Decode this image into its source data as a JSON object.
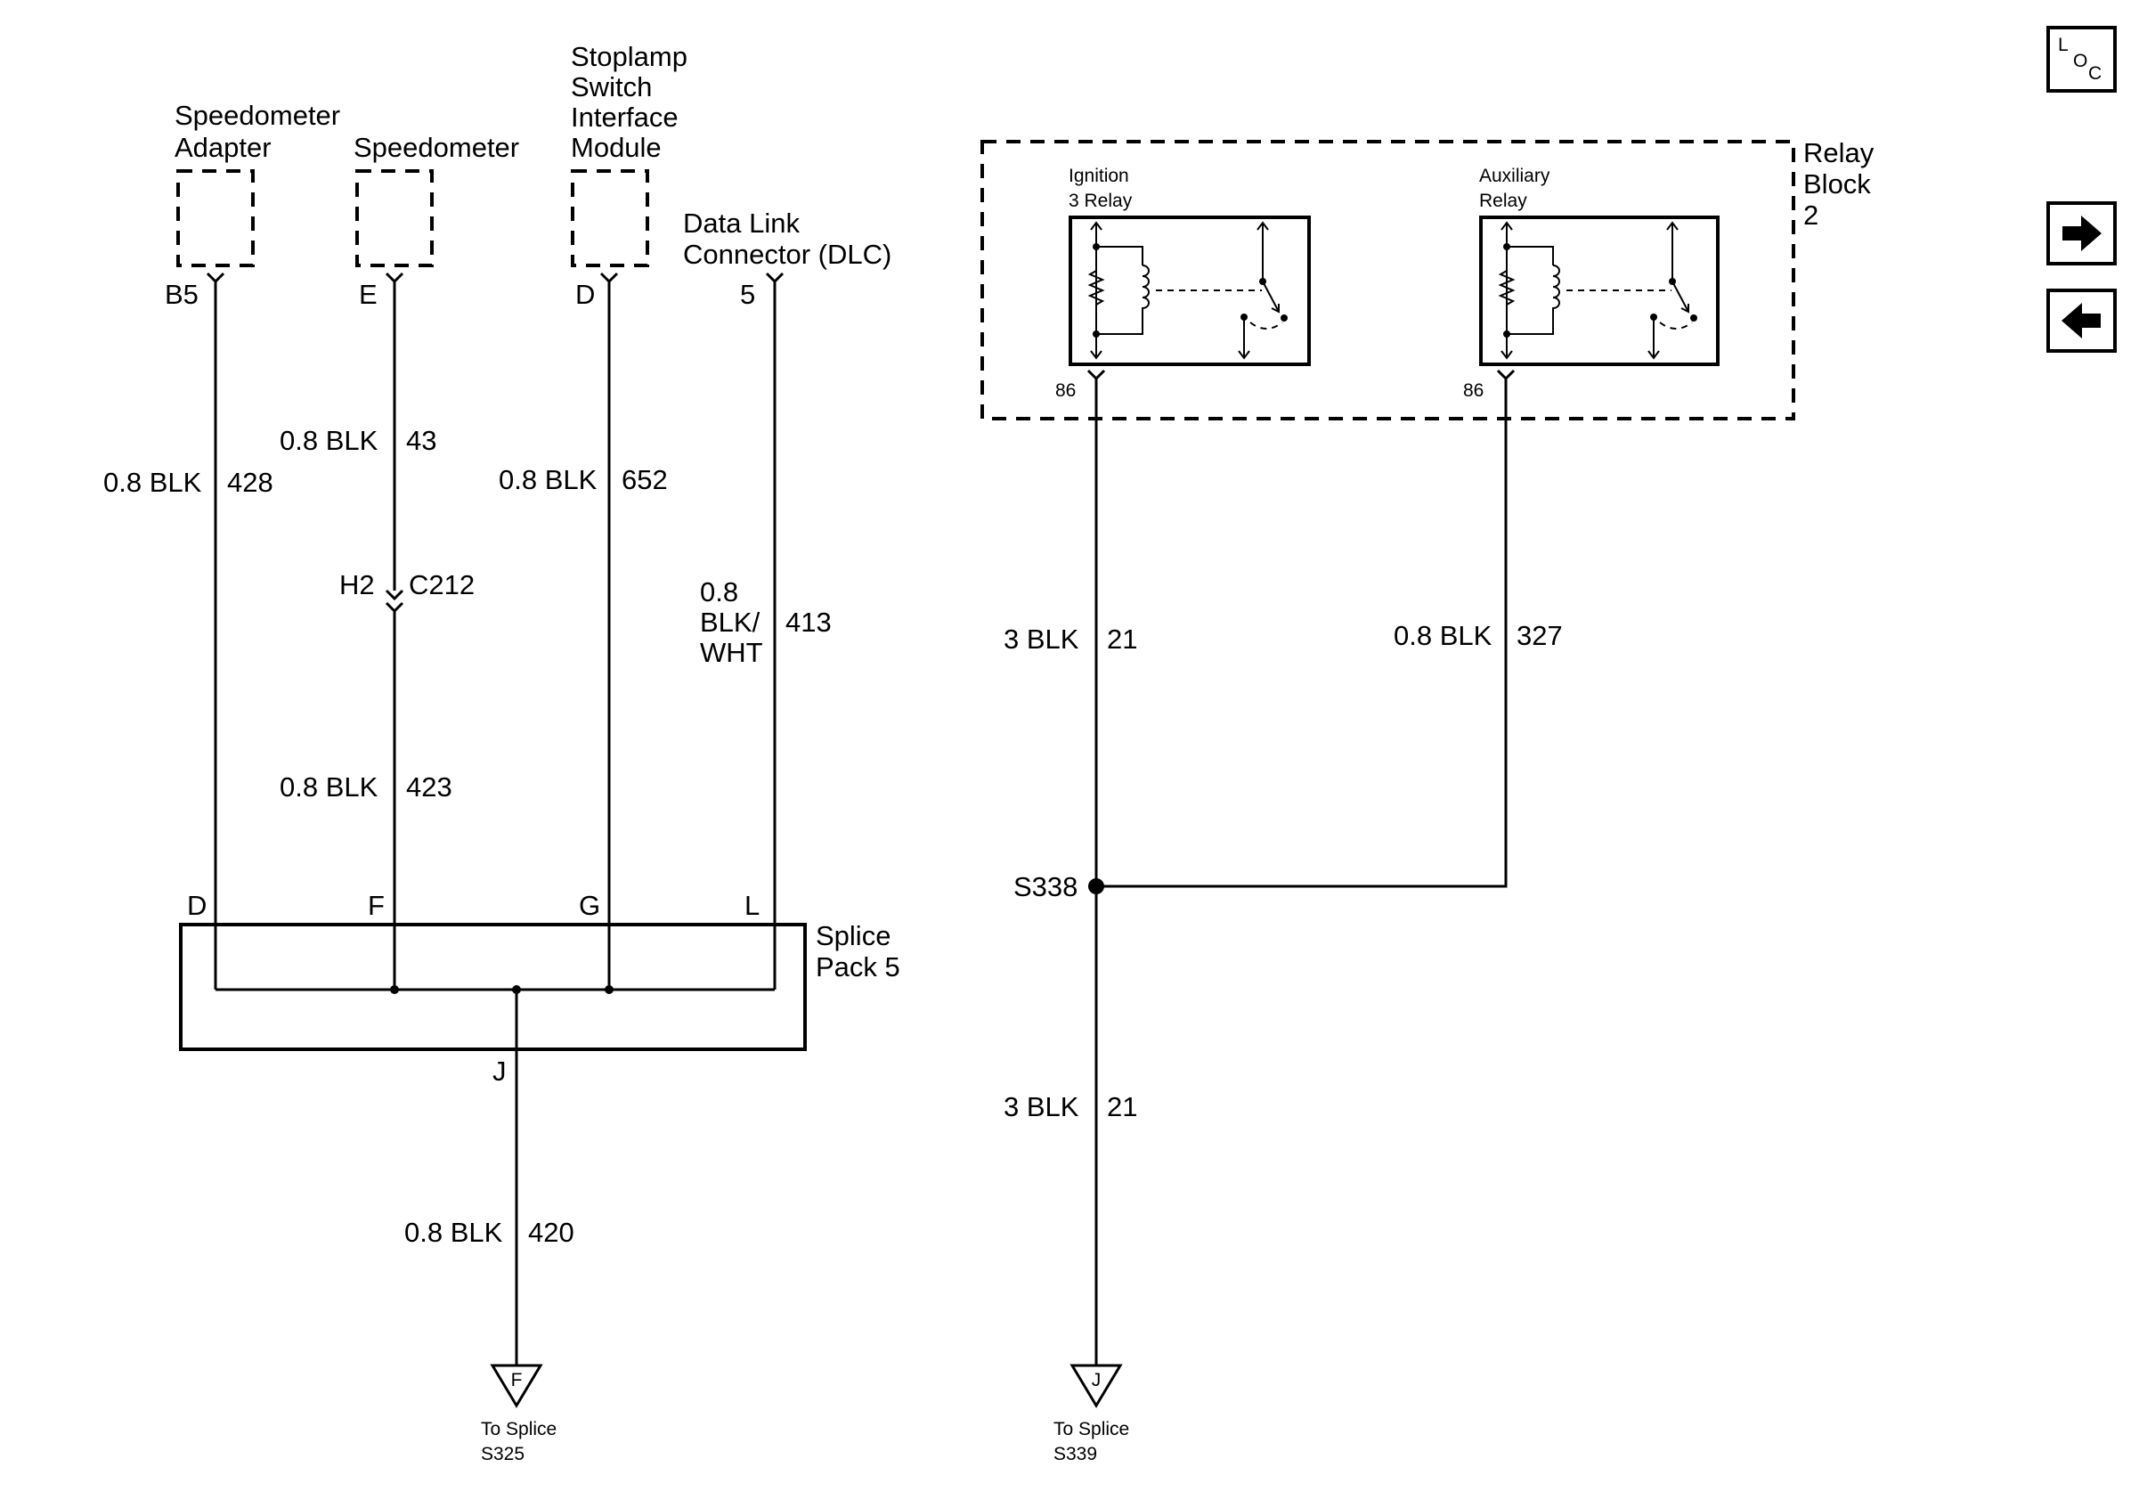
{
  "components": {
    "speedometer_adapter": {
      "line1": "Speedometer",
      "line2": "Adapter",
      "pin": "B5"
    },
    "speedometer": {
      "label": "Speedometer",
      "pin": "E"
    },
    "stoplamp_module": {
      "line1": "Stoplamp",
      "line2": "Switch",
      "line3": "Interface",
      "line4": "Module",
      "pin": "D"
    },
    "dlc": {
      "line1": "Data Link",
      "line2": "Connector (DLC)",
      "pin": "5"
    }
  },
  "wires": {
    "w428": {
      "spec": "0.8 BLK",
      "circuit": "428"
    },
    "w43": {
      "spec": "0.8 BLK",
      "circuit": "43"
    },
    "w652": {
      "spec": "0.8 BLK",
      "circuit": "652"
    },
    "w413": {
      "spec1": "0.8",
      "spec2": "BLK/",
      "spec3": "WHT",
      "circuit": "413"
    },
    "w423": {
      "spec": "0.8 BLK",
      "circuit": "423"
    },
    "w420": {
      "spec": "0.8 BLK",
      "circuit": "420"
    },
    "w21_upper": {
      "spec": "3 BLK",
      "circuit": "21"
    },
    "w21_lower": {
      "spec": "3 BLK",
      "circuit": "21"
    },
    "w327": {
      "spec": "0.8 BLK",
      "circuit": "327"
    }
  },
  "connector_c212": {
    "pin": "H2",
    "name": "C212"
  },
  "splice_pack": {
    "line1": "Splice",
    "line2": "Pack 5",
    "pins": {
      "d": "D",
      "f": "F",
      "g": "G",
      "l": "L",
      "j": "J"
    }
  },
  "relay_block": {
    "line1": "Relay",
    "line2": "Block",
    "line3": "2",
    "ignition_relay": {
      "line1": "Ignition",
      "line2": "3 Relay",
      "pin": "86"
    },
    "auxiliary_relay": {
      "line1": "Auxiliary",
      "line2": "Relay",
      "pin": "86"
    }
  },
  "splice_s338": {
    "label": "S338"
  },
  "ground_f": {
    "letter": "F",
    "line1": "To Splice",
    "line2": "S325"
  },
  "ground_j": {
    "letter": "J",
    "line1": "To Splice",
    "line2": "S339"
  },
  "nav": {
    "loc_l": "L",
    "loc_o": "O",
    "loc_c": "C",
    "next_icon": "right-arrow-icon",
    "prev_icon": "left-arrow-icon"
  }
}
